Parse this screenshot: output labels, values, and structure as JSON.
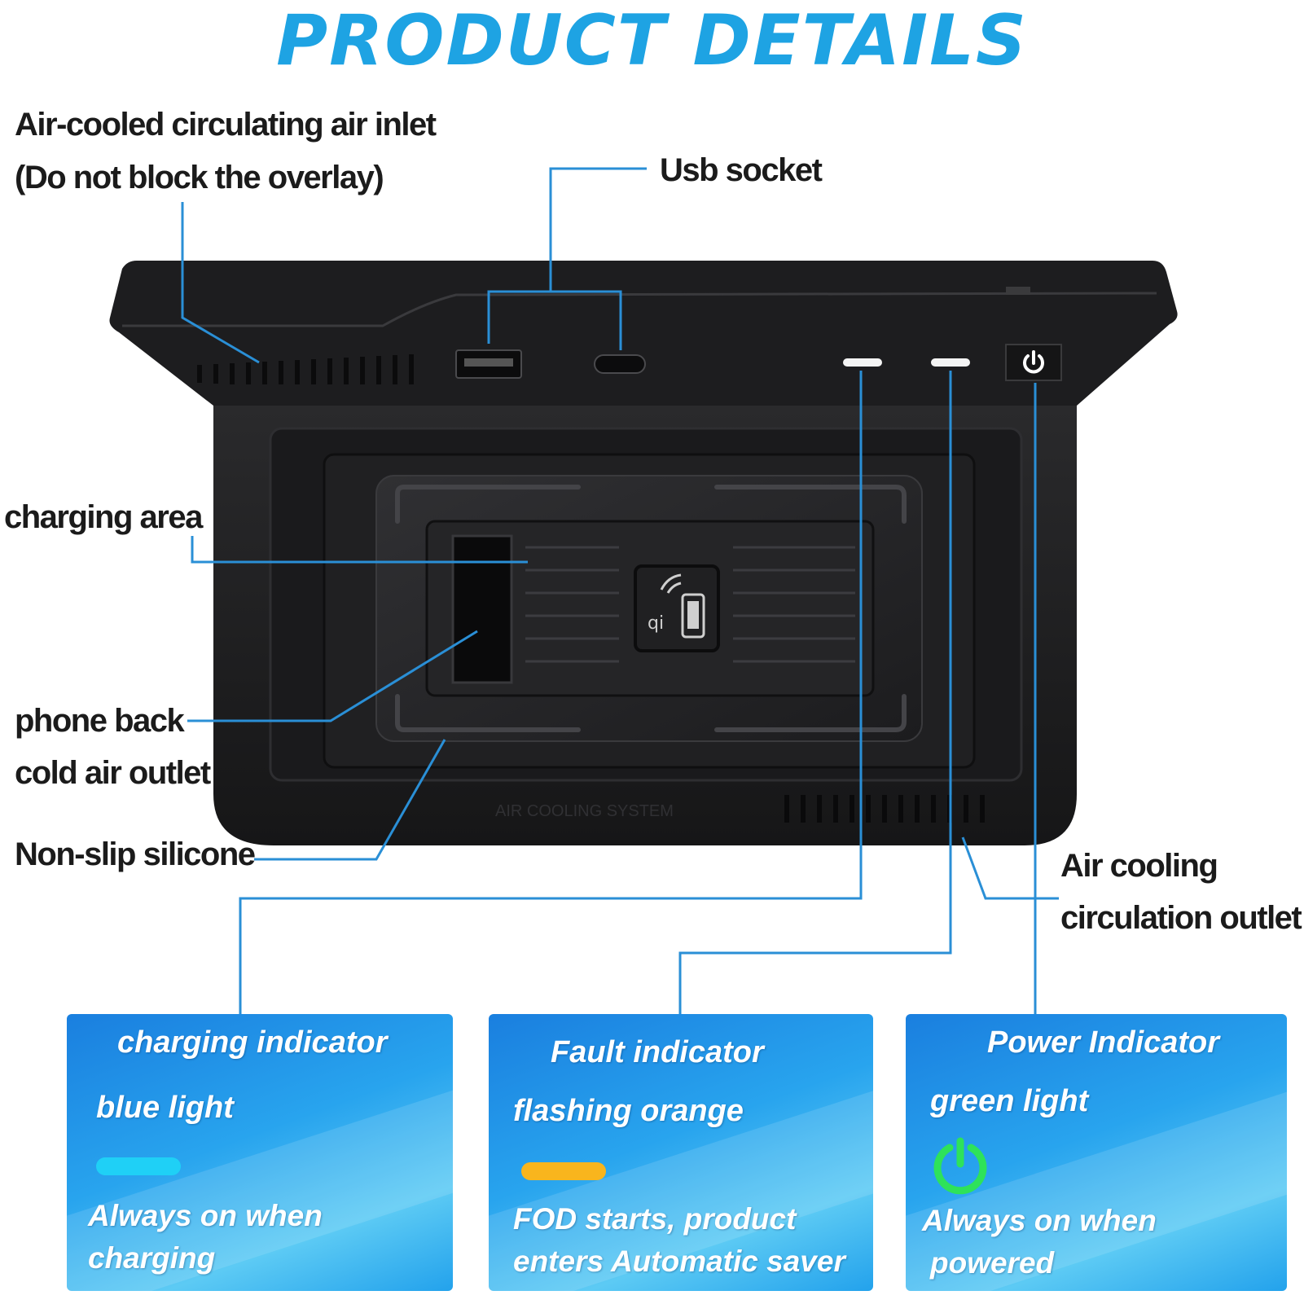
{
  "title": "PRODUCT DETAILS",
  "callouts": {
    "air_inlet": {
      "line1": "Air-cooled circulating air inlet",
      "line2": "(Do not block the overlay)"
    },
    "usb_socket": "Usb socket",
    "charging_area": "charging area",
    "phone_back": {
      "line1": "phone back",
      "line2": "cold air outlet"
    },
    "non_slip": "Non-slip silicone",
    "air_outlet": {
      "line1": "Air cooling",
      "line2": "circulation outlet"
    }
  },
  "device": {
    "embossed_text": "AIR COOLING SYSTEM",
    "qi_mark": "qi",
    "body_color": "#1f1f21",
    "callout_line_color": "#2a8fd6"
  },
  "indicators": [
    {
      "title": "charging indicator",
      "light": "blue light",
      "light_color": "#1fd0f6",
      "desc_line1": "Always on when",
      "desc_line2": "charging"
    },
    {
      "title": "Fault indicator",
      "light": "flashing orange",
      "light_color": "#f9b51d",
      "desc_line1": "FOD starts, product",
      "desc_line2": "enters Automatic saver"
    },
    {
      "title": "Power Indicator",
      "light": "green light",
      "light_color": "#2ee25a",
      "icon": "power-icon",
      "desc_line1": "Always on when",
      "desc_line2": "powered"
    }
  ]
}
